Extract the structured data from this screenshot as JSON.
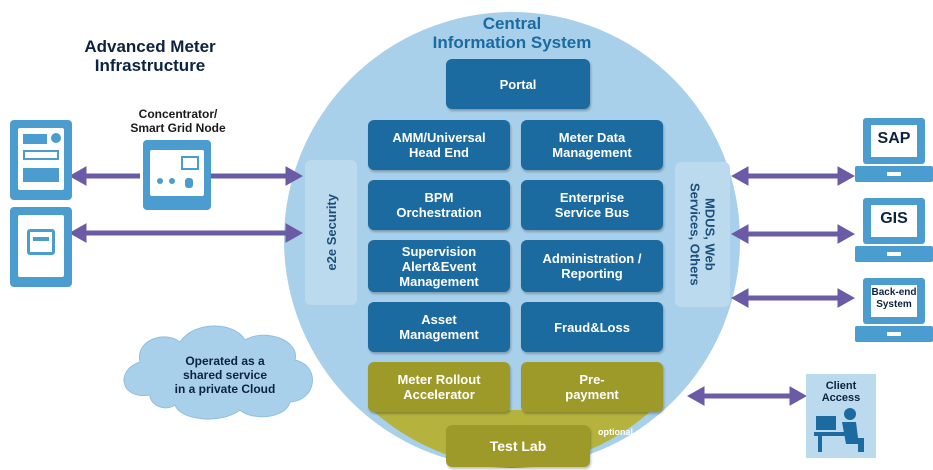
{
  "header": {
    "ami_title_line1": "Advanced Meter",
    "ami_title_line2": "Infrastructure",
    "cis_title_line1": "Central",
    "cis_title_line2": "Information System"
  },
  "concentrator": {
    "line1": "Concentrator/",
    "line2": "Smart Grid Node"
  },
  "cis": {
    "portal": "Portal",
    "modules": [
      {
        "line1": "AMM/Universal",
        "line2": "Head End"
      },
      {
        "line1": "Meter Data",
        "line2": "Management"
      },
      {
        "line1": "BPM",
        "line2": "Orchestration"
      },
      {
        "line1": "Enterprise",
        "line2": "Service Bus"
      },
      {
        "line1": "Supervision",
        "line2": "Alert&Event",
        "line3": "Management"
      },
      {
        "line1": "Administration /",
        "line2": "Reporting"
      },
      {
        "line1": "Asset",
        "line2": "Management"
      },
      {
        "line1": "Fraud&Loss"
      }
    ],
    "gold_modules": [
      {
        "line1": "Meter Rollout",
        "line2": "Accelerator"
      },
      {
        "line1": "Pre-",
        "line2": "payment"
      }
    ],
    "test_lab": "Test Lab",
    "optional": "optional"
  },
  "side_bars": {
    "security": "e2e Security",
    "mdus_line1": "MDUS, Web",
    "mdus_line2": "Services, Others"
  },
  "cloud": {
    "line1": "Operated as a",
    "line2": "shared service",
    "line3": "in a private Cloud"
  },
  "systems": {
    "sap": "SAP",
    "gis": "GIS",
    "backend_line1": "Back-end",
    "backend_line2": "System"
  },
  "client": {
    "line1": "Client",
    "line2": "Access"
  },
  "colors": {
    "module_blue": "#1b6aa0",
    "module_gold": "#9d9a2a",
    "circle": "#a9d0ea",
    "arrow": "#6b5aa6"
  }
}
